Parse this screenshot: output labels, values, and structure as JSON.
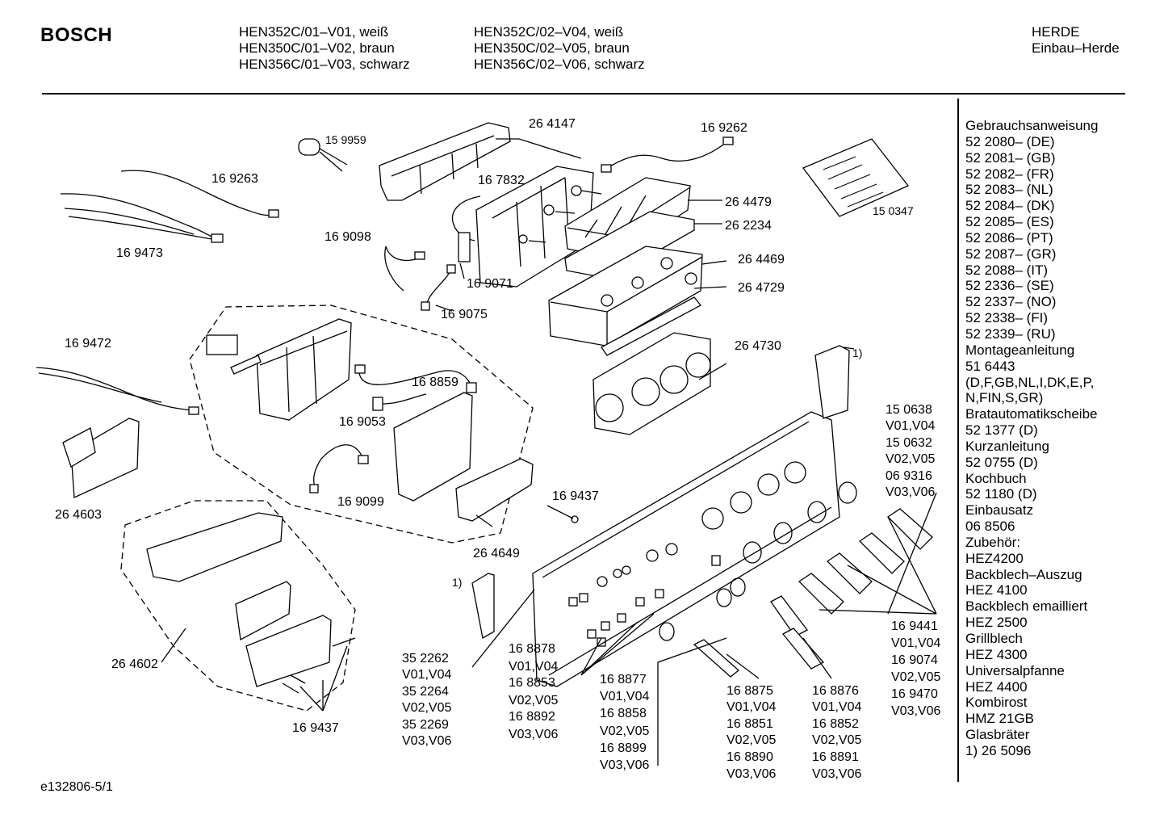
{
  "header": {
    "brand": "BOSCH",
    "models_left": [
      "HEN352C/01–V01, weiß",
      "HEN350C/01–V02, braun",
      "HEN356C/01–V03, schwarz"
    ],
    "models_right": [
      "HEN352C/02–V04, weiß",
      "HEN350C/02–V05, braun",
      "HEN356C/02–V06, schwarz"
    ],
    "category": [
      "HERDE",
      "Einbau–Herde"
    ]
  },
  "parts": {
    "p159959": "15 9959",
    "p169263": "16 9263",
    "p169473": "16 9473",
    "p264147": "26 4147",
    "p167832": "16 7832",
    "p169262": "16 9262",
    "p150347": "15 0347",
    "p169098": "16 9098",
    "p169071": "16 9071",
    "p169075": "16 9075",
    "p264479": "26 4479",
    "p262234": "26 2234",
    "p264469": "26 4469",
    "p264729": "26 4729",
    "p169472": "16 9472",
    "p168859": "16 8859",
    "p169053": "16 9053",
    "p264730": "26 4730",
    "p264603": "26 4603",
    "p169099": "16 9099",
    "p169437a": "16 9437",
    "p264649": "26 4649",
    "p264602": "26 4602",
    "p169437b": "16 9437",
    "note1a": "1)",
    "note1b": "1)",
    "g150638": [
      "15 0638",
      "V01,V04",
      "15 0632",
      "V02,V05",
      "06 9316",
      "V03,V06"
    ],
    "g352262": [
      "35 2262",
      "V01,V04",
      "35 2264",
      "V02,V05",
      "35 2269",
      "V03,V06"
    ],
    "g168878": [
      "16 8878",
      "V01,V04",
      "16 8853",
      "V02,V05",
      "16 8892",
      "V03,V06"
    ],
    "g168877": [
      "16 8877",
      "V01,V04",
      "16 8858",
      "V02,V05",
      "16 8899",
      "V03,V06"
    ],
    "g168875": [
      "16 8875",
      "V01,V04",
      "16 8851",
      "V02,V05",
      "16 8890",
      "V03,V06"
    ],
    "g168876": [
      "16 8876",
      "V01,V04",
      "16 8852",
      "V02,V05",
      "16 8891",
      "V03,V06"
    ],
    "g169441": [
      "16 9441",
      "V01,V04",
      "16 9074",
      "V02,V05",
      "16 9470",
      "V03,V06"
    ]
  },
  "sidebar": [
    "Gebrauchsanweisung",
    "52 2080– (DE)",
    "52 2081– (GB)",
    "52 2082– (FR)",
    "52 2083– (NL)",
    "52 2084– (DK)",
    "52 2085– (ES)",
    "52 2086– (PT)",
    "52 2087– (GR)",
    "52 2088– (IT)",
    "52 2336– (SE)",
    "52 2337– (NO)",
    "52 2338– (FI)",
    "52 2339– (RU)",
    "Montageanleitung",
    "51 6443",
    "(D,F,GB,NL,I,DK,E,P,",
    "N,FIN,S,GR)",
    "Bratautomatikscheibe",
    "52 1377 (D)",
    "Kurzanleitung",
    "52 0755 (D)",
    "Kochbuch",
    "52 1180 (D)",
    "Einbausatz",
    "06 8506",
    "Zubehör:",
    "HEZ4200",
    "Backblech–Auszug",
    "HEZ 4100",
    "Backblech emailliert",
    "HEZ 2500",
    "Grillblech",
    "HEZ 4300",
    "Universalpfanne",
    "HEZ 4400",
    "Kombirost",
    "HMZ 21GB",
    "Glasbräter",
    "1) 26 5096"
  ],
  "footer": {
    "code": "e132806-5/1"
  }
}
